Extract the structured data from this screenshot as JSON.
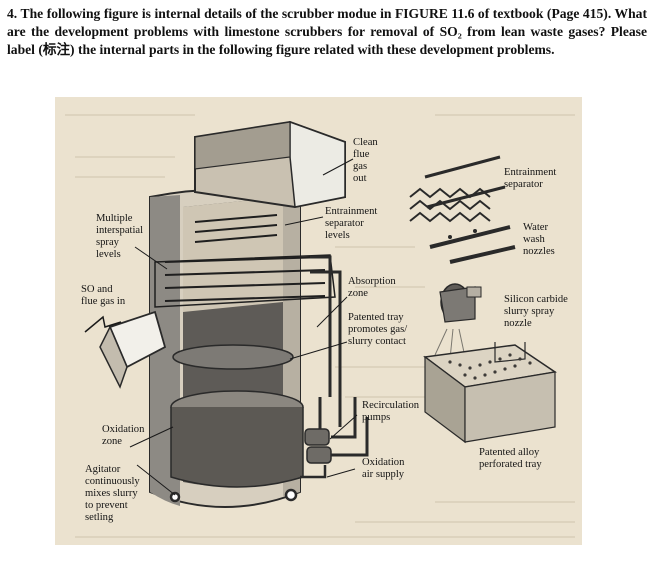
{
  "question": {
    "number": "4.",
    "text": "The following figure is internal details of the scrubber modue in FIGURE 11.6 of textbook (Page 415). What are the development problems with limestone scrubbers for removal of SO₂ from lean waste gases? Please label (标注) the internal parts in the following figure related with these development problems."
  },
  "figure": {
    "labels": {
      "clean_flue_gas_out": "Clean\nflue\ngas\nout",
      "entrainment_separator_levels": "Entrainment\nseparator\nlevels",
      "multiple_spray_levels": "Multiple\ninterspatial\nspray\nlevels",
      "so_and_flue_gas_in": "SO and\nflue gas in",
      "absorption_zone": "Absorption\nzone",
      "patented_tray": "Patented tray\npromotes gas/\nslurry contact",
      "recirculation_pumps": "Recirculation\npumps",
      "oxidation_zone": "Oxidation\nzone",
      "oxidation_air_supply": "Oxidation\nair supply",
      "agitator": "Agitator\ncontinuously\nmixes slurry\nto prevent\nsetling",
      "entrainment_separator": "Entrainment\nseparator",
      "water_wash_nozzles": "Water\nwash\nnozzles",
      "silicon_carbide_nozzle": "Silicon carbide\nslurry spray\nnozzle",
      "perforated_tray": "Patented alloy\nperforated tray"
    }
  }
}
